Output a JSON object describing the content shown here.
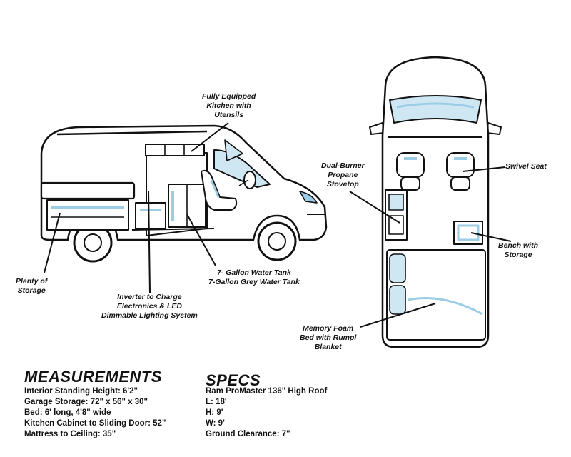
{
  "side_view": {
    "labels": {
      "kitchen": [
        "Fully Equipped",
        "Kitchen with",
        "Utensils"
      ],
      "storage": [
        "Plenty of",
        "Storage"
      ],
      "inverter": [
        "Inverter to Charge",
        "Electronics & LED",
        "Dimmable Lighting System"
      ],
      "tanks": [
        "7- Gallon Water Tank",
        "7-Gallon Grey Water Tank"
      ]
    }
  },
  "top_view": {
    "labels": {
      "stovetop": [
        "Dual-Burner",
        "Propane",
        "Stovetop"
      ],
      "swivel_seat": [
        "Swivel Seat"
      ],
      "bench": [
        "Bench with",
        "Storage"
      ],
      "bed": [
        "Memory Foam",
        "Bed with Rumpl",
        "Blanket"
      ]
    }
  },
  "measurements": {
    "title": "MEASUREMENTS",
    "lines": [
      "Interior Standing Height: 6'2\"",
      "Garage Storage: 72\" x 56\" x 30\"",
      "Bed: 6' long, 4'8\" wide",
      "Kitchen Cabinet to Sliding Door: 52\"",
      "Mattress to Ceiling: 35\""
    ]
  },
  "specs": {
    "title": "SPECS",
    "lines": [
      "Ram ProMaster 136\" High Roof",
      "L: 18'",
      "H: 9'",
      "W: 9'",
      "Ground Clearance: 7\""
    ]
  },
  "colors": {
    "outline": "#111111",
    "glass": "#cfe6f3",
    "accent": "#9ccde6"
  }
}
